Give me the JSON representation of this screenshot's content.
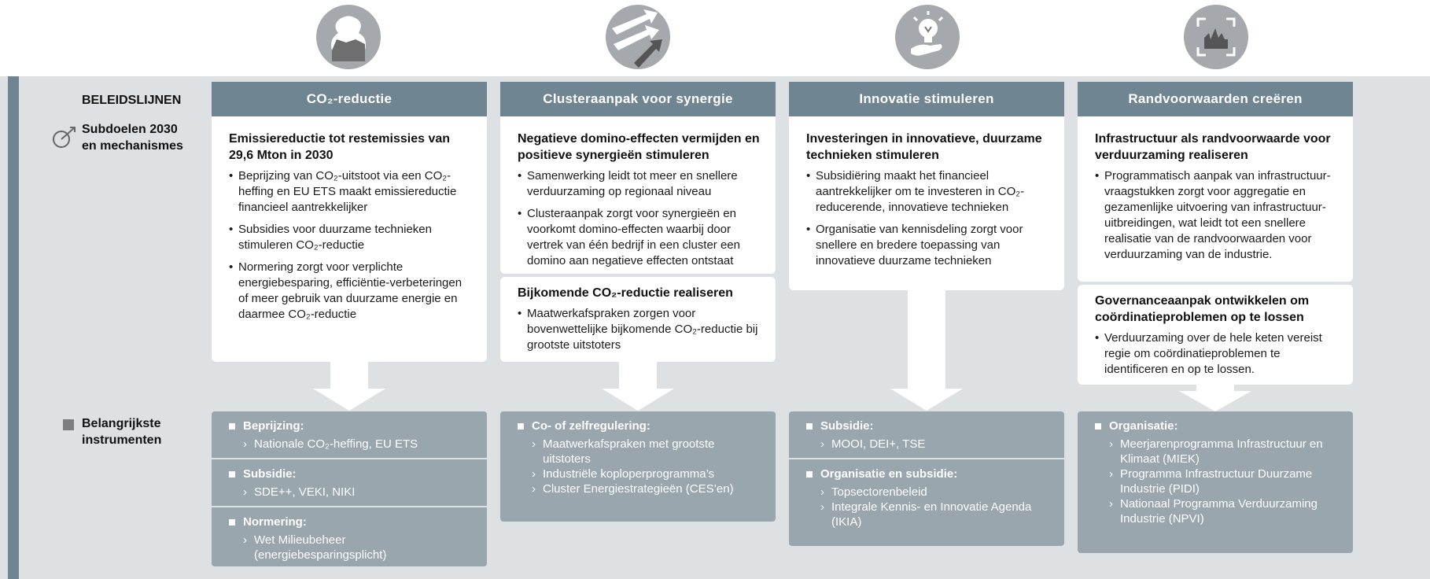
{
  "side": {
    "beleidslijnen": "BELEIDSLIJNEN",
    "subdoelen_line1": "Subdoelen 2030",
    "subdoelen_line2": "en mechanismes",
    "instrumenten_line1": "Belangrijkste",
    "instrumenten_line2": "instrumenten"
  },
  "icons": [
    "co2-factory-icon",
    "cluster-arrows-icon",
    "lightbulb-hand-icon",
    "framed-factory-icon"
  ],
  "colors": {
    "header": "#6f8592",
    "instrument": "#9aa6ae",
    "band": "#dde1e4",
    "icon": "#a5a9ad"
  },
  "columns": [
    {
      "header": "CO₂-reductie",
      "cards": [
        {
          "title": "Emissiereductie tot restemissies van 29,6 Mton in 2030",
          "bullets": [
            "Beprijzing van CO₂-uitstoot via een CO₂-heffing en EU ETS maakt emissiereductie financieel aantrekkelijker",
            "Subsidies voor duurzame technieken stimuleren CO₂-reductie",
            "Normering zorgt voor verplichte energiebesparing, efficiëntie-verbeteringen of meer gebruik van duurzame energie en daarmee CO₂-reductie"
          ]
        }
      ],
      "instruments": [
        {
          "title": "Beprijzing:",
          "items": [
            "Nationale CO₂-heffing, EU ETS"
          ]
        },
        {
          "title": "Subsidie:",
          "items": [
            "SDE++, VEKI, NIKI"
          ]
        },
        {
          "title": "Normering:",
          "items": [
            "Wet Milieubeheer (energiebesparingsplicht)"
          ]
        }
      ]
    },
    {
      "header": "Clusteraanpak voor synergie",
      "cards": [
        {
          "title": "Negatieve domino-effecten vermijden en positieve synergieën stimuleren",
          "bullets": [
            "Samenwerking leidt tot meer en snellere verduurzaming op regionaal niveau",
            "Clusteraanpak zorgt voor synergieën en voorkomt domino-effecten waarbij door vertrek van één bedrijf in een cluster een domino aan negatieve effecten ontstaat"
          ]
        },
        {
          "title": "Bijkomende CO₂-reductie realiseren",
          "bullets": [
            "Maatwerkafspraken zorgen voor bovenwettelijke bijkomende CO₂-reductie bij grootste uitstoters"
          ]
        }
      ],
      "instruments": [
        {
          "title": "Co- of zelfregulering:",
          "items": [
            "Maatwerkafspraken met grootste uitstoters",
            "Industriële koploperprogramma’s",
            "Cluster Energiestrategieën (CES’en)"
          ]
        }
      ]
    },
    {
      "header": "Innovatie stimuleren",
      "cards": [
        {
          "title": "Investeringen in innovatieve, duurzame technieken stimuleren",
          "bullets": [
            "Subsidiëring maakt het financieel aantrekkelijker om te investeren in CO₂-reducerende, innovatieve technieken",
            "Organisatie van kennisdeling zorgt voor snellere en bredere toepassing van innovatieve duurzame technieken"
          ]
        }
      ],
      "instruments": [
        {
          "title": "Subsidie:",
          "items": [
            "MOOI, DEI+, TSE"
          ]
        },
        {
          "title": "Organisatie en subsidie:",
          "items": [
            "Topsectorenbeleid",
            "Integrale Kennis- en Innovatie Agenda (IKIA)"
          ]
        }
      ]
    },
    {
      "header": "Randvoorwaarden creëren",
      "cards": [
        {
          "title": "Infrastructuur als randvoorwaarde voor verduurzaming realiseren",
          "bullets": [
            "Programmatisch aanpak van infrastructuur-vraagstukken zorgt voor aggregatie en gezamenlijke uitvoering van infrastructuur-uitbreidingen, wat leidt tot een snellere realisatie van de randvoorwaarden voor verduurzaming van de industrie."
          ]
        },
        {
          "title": "Governanceaanpak ontwikkelen om coördinatieproblemen op te lossen",
          "bullets": [
            "Verduurzaming over de hele keten vereist regie om coördinatieproblemen te identificeren en op te lossen."
          ]
        }
      ],
      "instruments": [
        {
          "title": "Organisatie:",
          "items": [
            "Meerjarenprogramma Infrastructuur en Klimaat (MIEK)",
            "Programma Infrastructuur Duurzame Industrie (PIDI)",
            "Nationaal Programma Verduurzaming Industrie (NPVI)"
          ]
        }
      ]
    }
  ]
}
